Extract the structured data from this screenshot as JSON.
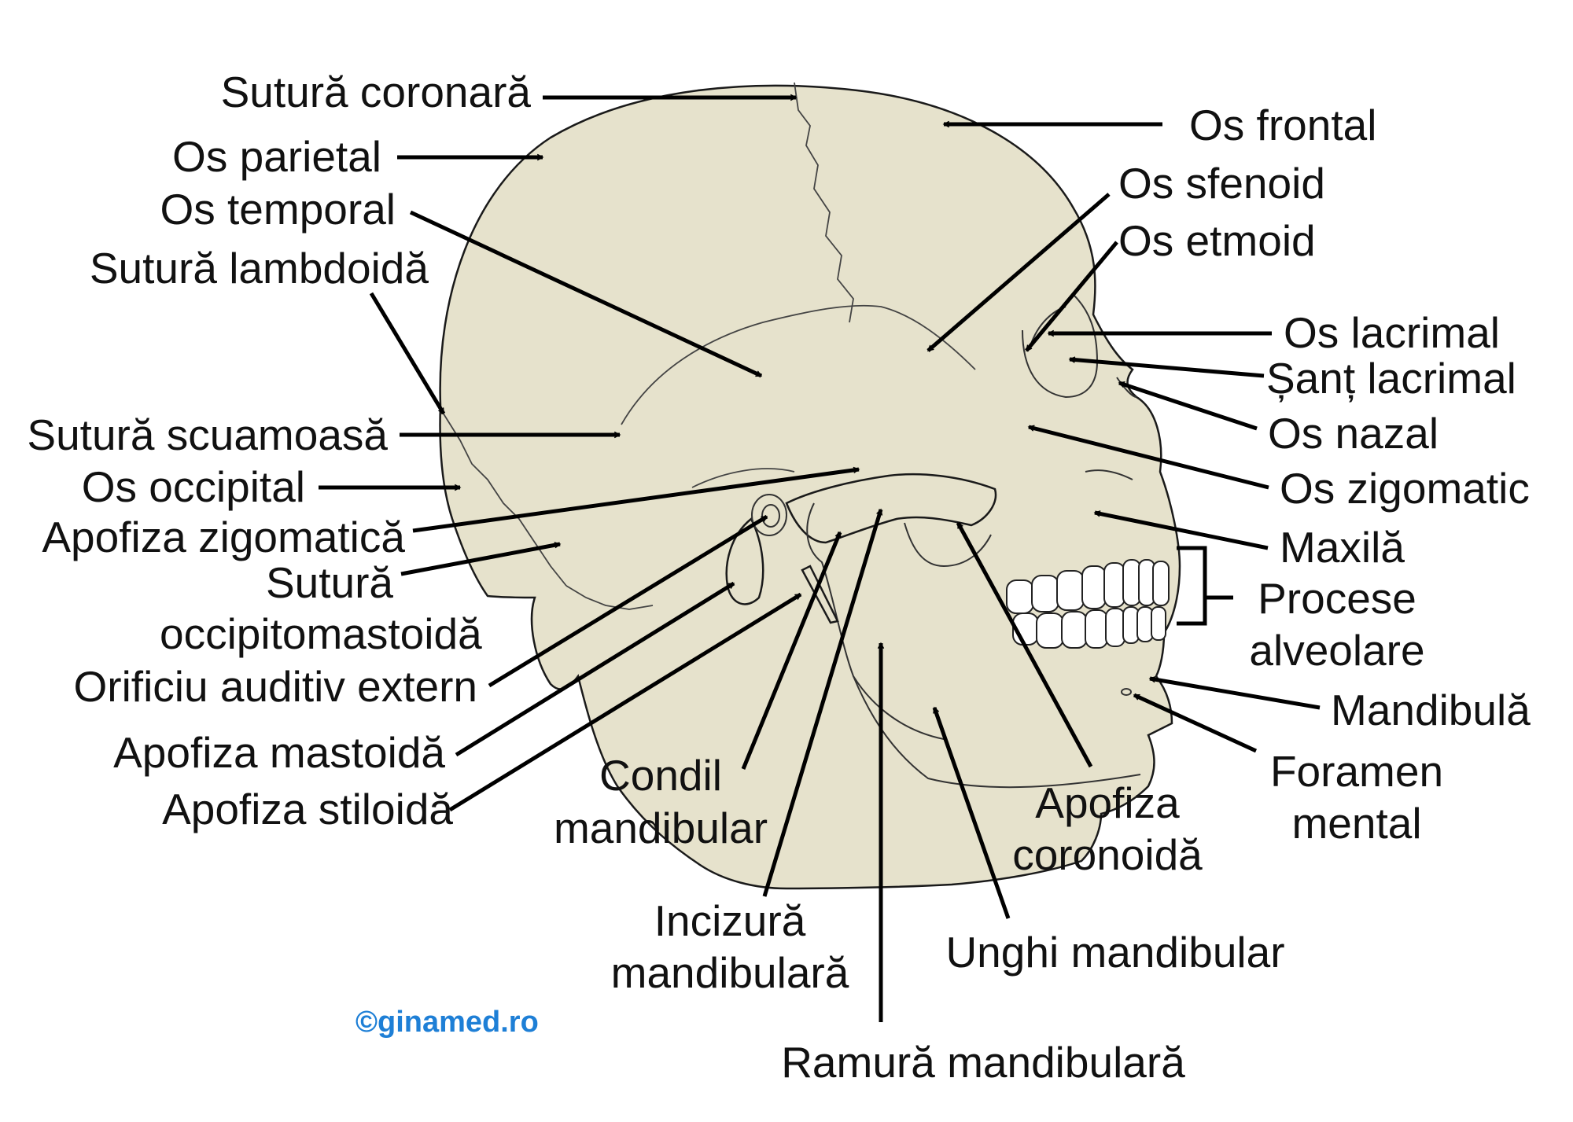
{
  "labels": {
    "sutura_coronara": "Sutură coronară",
    "os_parietal": "Os parietal",
    "os_temporal": "Os temporal",
    "sutura_lambdoida": "Sutură lambdoidă",
    "sutura_scuamoasa": "Sutură scuamoasă",
    "os_occipital": "Os occipital",
    "apofiza_zigomatica": "Apofiza zigomatică",
    "sutura_occipitomastoida_1": "Sutură",
    "sutura_occipitomastoida_2": "occipitomastoidă",
    "orificiu_auditiv": "Orificiu auditiv extern",
    "apofiza_mastoida": "Apofiza mastoidă",
    "apofiza_stiloida": "Apofiza stiloidă",
    "condil_1": "Condil",
    "condil_2": "mandibular",
    "incizura_1": "Incizură",
    "incizura_2": "mandibulară",
    "ramura": "Ramură mandibulară",
    "unghi": "Unghi mandibular",
    "coronoida_1": "Apofiza",
    "coronoida_2": "coronoidă",
    "foramen_1": "Foramen",
    "foramen_2": "mental",
    "mandibula": "Mandibulă",
    "procese_1": "Procese",
    "procese_2": "alveolare",
    "maxila": "Maxilă",
    "os_zigomatic": "Os zigomatic",
    "os_nazal": "Os nazal",
    "sant_lacrimal": "Șanț lacrimal",
    "os_lacrimal": "Os lacrimal",
    "os_etmoid": "Os etmoid",
    "os_sfenoid": "Os sfenoid",
    "os_frontal": "Os frontal"
  },
  "credit": "©ginamed.ro",
  "colors": {
    "bone": "#e6e2cc",
    "outline": "#1a1a1a",
    "arrow": "#000000",
    "text": "#111111",
    "credit": "#1e7fd6"
  }
}
